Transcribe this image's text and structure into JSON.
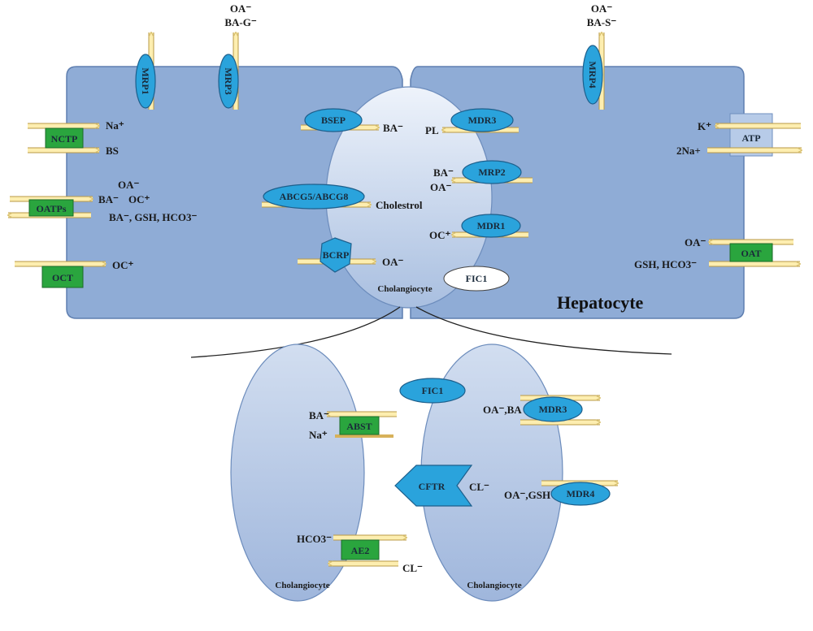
{
  "diagram": {
    "title": "Hepatocyte",
    "cholangiocyte_top_label": "Cholangiocyte",
    "cholangiocyte_left_label": "Cholangiocyte",
    "cholangiocyte_right_label": "Cholangiocyte",
    "transporters": {
      "mrp1": "MRP1",
      "mrp3": "MRP3",
      "mrp4_top": "MRP4",
      "nctp": "NCTP",
      "oatps": "OATPs",
      "oct": "OCT",
      "bsep": "BSEP",
      "abcg": "ABCG5/ABCG8",
      "bcrp": "BCRP",
      "mdr3_top": "MDR3",
      "mrp2": "MRP2",
      "mdr1": "MDR1",
      "fic1_top": "FIC1",
      "atp": "ATP",
      "oat": "OAT",
      "abst": "ABST",
      "ae2": "AE2",
      "fic1_bottom": "FIC1",
      "cftr": "CFTR",
      "mdr3_bottom": "MDR3",
      "mdr4_bottom": "MDR4"
    },
    "substrates": {
      "mrp3_oa": "OA⁻",
      "mrp3_bag": "BA-G⁻",
      "mrp4_oa": "OA⁻",
      "mrp4_bas": "BA-S⁻",
      "nctp_na": "Na⁺",
      "nctp_bs": "BS",
      "oatp_oa": "OA⁻",
      "oatp_ba": "BA⁻",
      "oatp_oc": "OC⁺",
      "oatp_out": "BA⁻, GSH, HCO3⁻",
      "oct_oc": "OC⁺",
      "bsep_ba": "BA⁻",
      "abcg_chol": "Cholestrol",
      "bcrp_oa": "OA⁻",
      "mdr3_pl": "PL",
      "mrp2_ba": "BA⁻",
      "mrp2_oa": "OA⁻",
      "mdr1_oc": "OC⁺",
      "atp_k": "K⁺",
      "atp_na": "2Na+",
      "oat_oa": "OA⁻",
      "oat_gsh": "GSH, HCO3⁻",
      "abst_ba": "BA⁻",
      "abst_na": "Na⁺",
      "ae2_hco3": "HCO3⁻",
      "ae2_cl": "CL⁻",
      "cftr_cl": "CL⁻",
      "mdr3b_sub": "OA⁻,BA",
      "mdr4b_sub": "OA⁻,GSH"
    },
    "colors": {
      "cell": "#8fabd4",
      "cell_border": "#5f7fb0",
      "transporter_blue": "#29a3dc",
      "transporter_green": "#29a33c",
      "arrow_fill": "#fdf0b0",
      "arrow_stroke": "#c8a24a",
      "bar": "#d9b15a"
    }
  }
}
